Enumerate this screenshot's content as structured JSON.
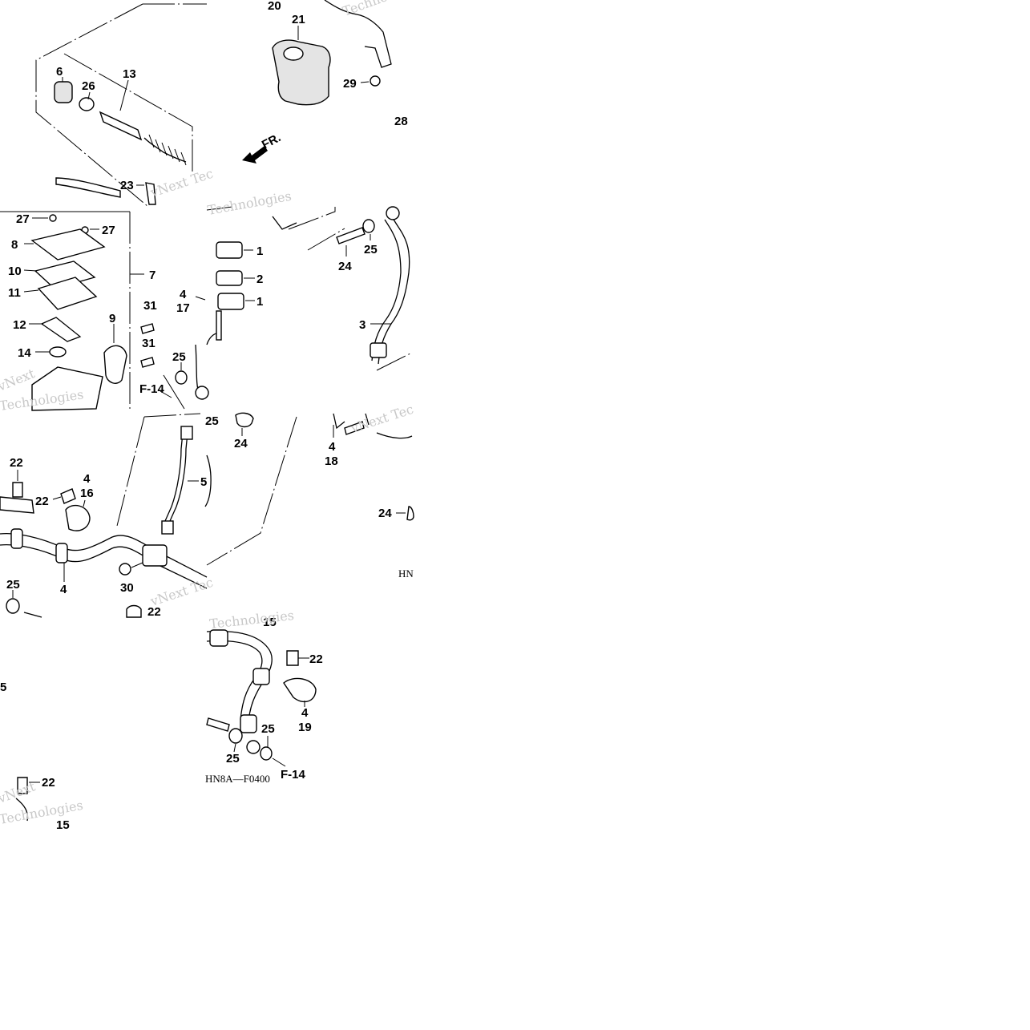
{
  "diagram": {
    "labels": {
      "l20": "20",
      "l21": "21",
      "l29": "29",
      "l28": "28",
      "l6": "6",
      "l26": "26",
      "l13": "13",
      "l23": "23",
      "l27a": "27",
      "l27b": "27",
      "l8": "8",
      "l10": "10",
      "l11": "11",
      "l12": "12",
      "l14": "14",
      "l9": "9",
      "l7": "7",
      "l31a": "31",
      "l31b": "31",
      "l25a": "25",
      "l4a": "4",
      "l17": "17",
      "l1a": "1",
      "l2": "2",
      "l1b": "1",
      "l24a": "24",
      "l25b": "25",
      "l3": "3",
      "l25c": "25",
      "l24b": "24",
      "l4b": "4",
      "l18": "18",
      "l24c": "24",
      "l22a": "22",
      "l22b": "22",
      "l4c": "4",
      "l16": "16",
      "l5": "5",
      "l25d": "25",
      "l4d": "4",
      "l30": "30",
      "l22c": "22",
      "l15a": "15",
      "l22d": "22",
      "l4e": "4",
      "l19": "19",
      "l25e": "25",
      "l25f": "25",
      "l22e": "22",
      "l5b": "5",
      "l15b": "15"
    },
    "refs": {
      "fr": "FR.",
      "f14a": "F-14",
      "f14b": "F-14"
    },
    "codes": {
      "c1": "HN8A—F0400",
      "c2": "HN"
    },
    "watermarks": {
      "w1": "vNext Tec",
      "w2": "Technologies",
      "w3": "vNext",
      "w4": "Technologies",
      "w5": "Technologies",
      "w6": "vNext Tec",
      "w7": "Technologies",
      "w8": "vNext",
      "w9": "Technologies"
    }
  }
}
